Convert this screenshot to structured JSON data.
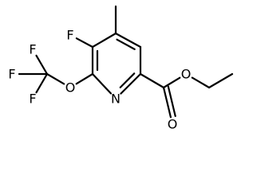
{
  "molecule": {
    "atoms": [
      {
        "id": "me",
        "label": ""
      },
      {
        "id": "c4",
        "label": ""
      },
      {
        "id": "c3",
        "label": ""
      },
      {
        "id": "f1",
        "label": "F"
      },
      {
        "id": "c2",
        "label": ""
      },
      {
        "id": "o1",
        "label": "O"
      },
      {
        "id": "cf3",
        "label": ""
      },
      {
        "id": "f2",
        "label": "F"
      },
      {
        "id": "f3",
        "label": "F"
      },
      {
        "id": "f4",
        "label": "F"
      },
      {
        "id": "n1",
        "label": "N"
      },
      {
        "id": "c6",
        "label": ""
      },
      {
        "id": "c5",
        "label": ""
      },
      {
        "id": "cc",
        "label": ""
      },
      {
        "id": "o2",
        "label": "O"
      },
      {
        "id": "o3",
        "label": "O"
      },
      {
        "id": "ch2",
        "label": ""
      },
      {
        "id": "ch3",
        "label": ""
      }
    ],
    "bonds": [
      {
        "a": "me",
        "b": "c4",
        "order": 1
      },
      {
        "a": "c4",
        "b": "c3",
        "order": 1
      },
      {
        "a": "c4",
        "b": "c5",
        "order": 2
      },
      {
        "a": "c3",
        "b": "f1",
        "order": 1
      },
      {
        "a": "c3",
        "b": "c2",
        "order": 2
      },
      {
        "a": "c2",
        "b": "o1",
        "order": 1
      },
      {
        "a": "c2",
        "b": "n1",
        "order": 1
      },
      {
        "a": "o1",
        "b": "cf3",
        "order": 1
      },
      {
        "a": "cf3",
        "b": "f2",
        "order": 1
      },
      {
        "a": "cf3",
        "b": "f3",
        "order": 1
      },
      {
        "a": "cf3",
        "b": "f4",
        "order": 1
      },
      {
        "a": "n1",
        "b": "c6",
        "order": 2
      },
      {
        "a": "c6",
        "b": "c5",
        "order": 1
      },
      {
        "a": "c6",
        "b": "cc",
        "order": 1
      },
      {
        "a": "cc",
        "b": "o2",
        "order": 2
      },
      {
        "a": "cc",
        "b": "o3",
        "order": 1
      },
      {
        "a": "o3",
        "b": "ch2",
        "order": 1
      },
      {
        "a": "ch2",
        "b": "ch3",
        "order": 1
      }
    ]
  }
}
